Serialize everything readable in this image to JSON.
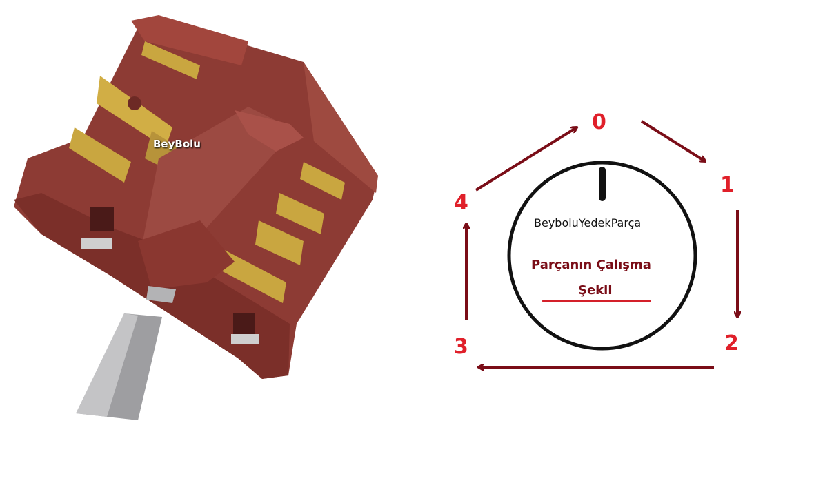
{
  "photo": {
    "subject": "rotary switch (brown housing, brass terminals, metal shaft)",
    "watermark": "BeyBolu"
  },
  "diagram": {
    "brand_text": "BeyboluYedekParça",
    "title_line1": "Parçanın Çalışma",
    "title_line2": "Şekli",
    "positions": [
      {
        "label": "0"
      },
      {
        "label": "1"
      },
      {
        "label": "2"
      },
      {
        "label": "3"
      },
      {
        "label": "4"
      }
    ],
    "sequence": [
      "0",
      "1",
      "2",
      "3",
      "4",
      "0"
    ],
    "colors": {
      "position_label": "#e0202a",
      "arrow": "#7a0d17",
      "title": "#7a0d17",
      "underline": "#d4202a",
      "dial": "#111111"
    }
  }
}
